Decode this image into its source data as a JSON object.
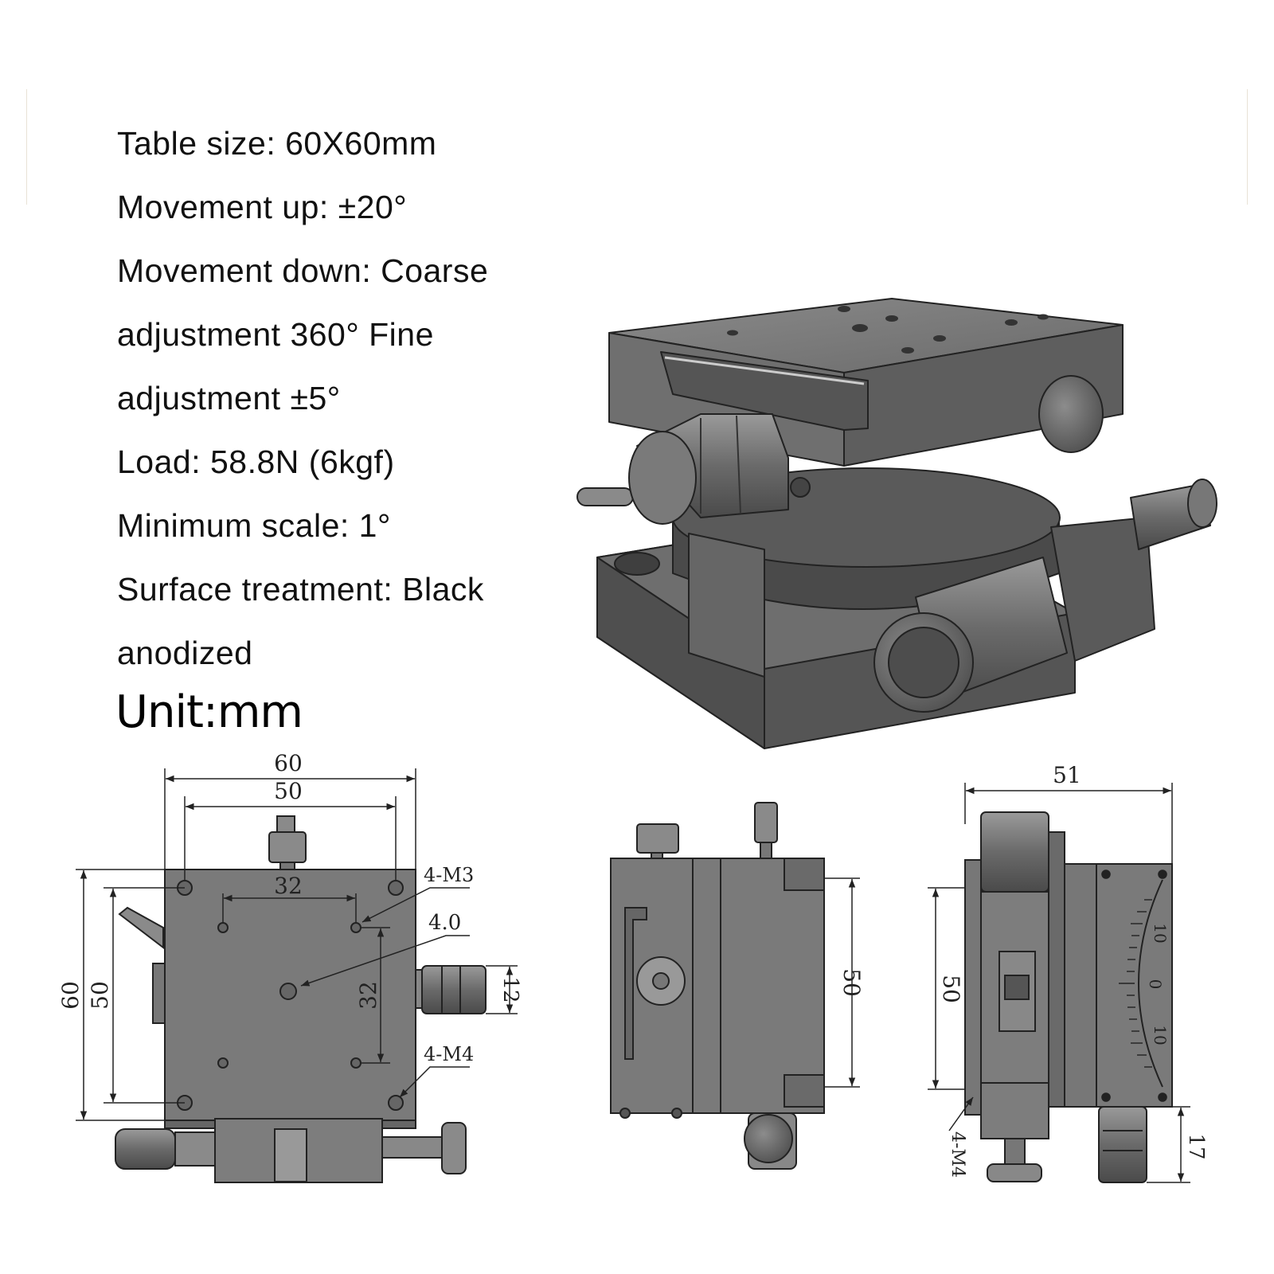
{
  "specs": [
    "Table size: 60X60mm",
    "Movement up: ±20°",
    "Movement down: Coarse",
    "adjustment 360° Fine",
    "adjustment ±5°",
    "Load: 58.8N (6kgf)",
    "Minimum scale: 1°",
    "Surface treatment: Black",
    "anodized"
  ],
  "unit_label": "Unit:mm",
  "front_view": {
    "dim_width_outer": "60",
    "dim_width_inner": "50",
    "dim_hole_spacing_x": "32",
    "dim_height_outer": "60",
    "dim_height_inner": "50",
    "dim_hole_spacing_y": "32",
    "dim_knob_width": "12",
    "label_m3": "4-M3",
    "label_center_hole": "4.0",
    "label_m4": "4-M4"
  },
  "side_view": {
    "dim_height": "50"
  },
  "scale_view": {
    "dim_width": "51",
    "dim_height": "50",
    "dim_knob": "17",
    "label_m4": "4-M4",
    "scale_labels": [
      "10",
      "0",
      "10"
    ]
  },
  "colors": {
    "metal_dark": "#5c5c5c",
    "metal_mid": "#7d7d7d",
    "metal_light": "#a9a9a9",
    "line": "#222222"
  }
}
